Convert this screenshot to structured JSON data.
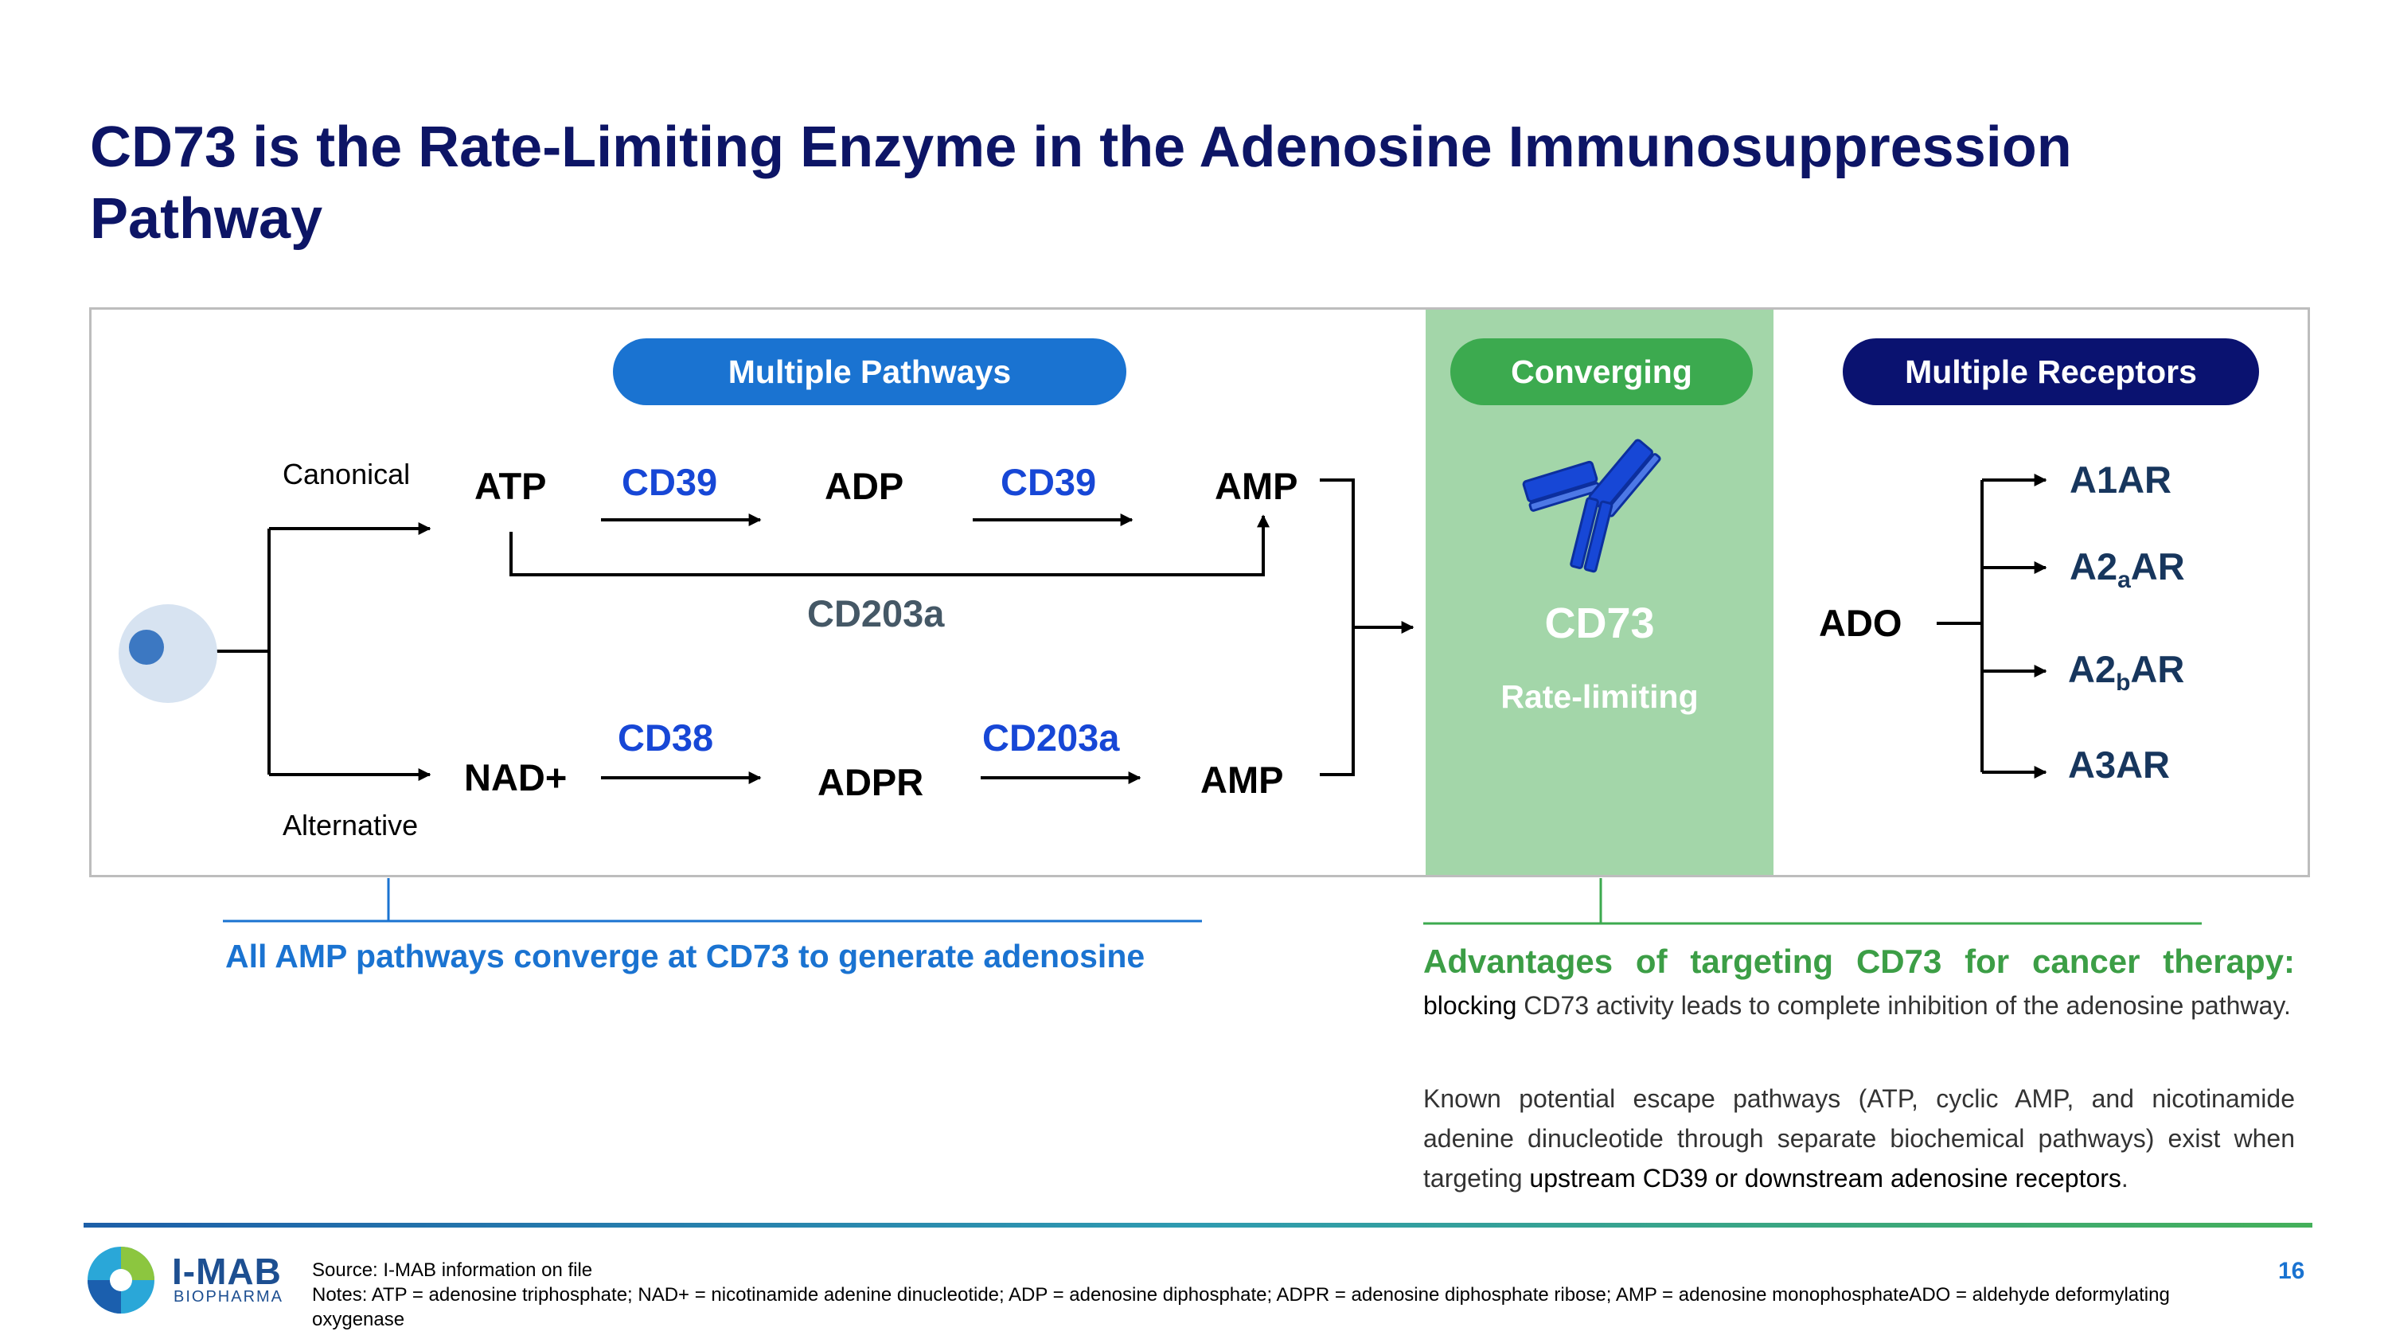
{
  "title": "CD73 is the Rate-Limiting Enzyme in the Adenosine Immunosuppression Pathway",
  "pills": {
    "multiple_pathways": "Multiple Pathways",
    "converging": "Converging",
    "multiple_receptors": "Multiple Receptors"
  },
  "canonical": {
    "label": "Canonical",
    "atp": "ATP",
    "enzyme1": "CD39",
    "adp": "ADP",
    "enzyme2": "CD39",
    "amp": "AMP",
    "bypass_enzyme": "CD203a"
  },
  "alternative": {
    "label": "Alternative",
    "nad": "NAD+",
    "enzyme1": "CD38",
    "adpr": "ADPR",
    "enzyme2": "CD203a",
    "amp": "AMP"
  },
  "cd73": {
    "name": "CD73",
    "subtitle": "Rate-limiting"
  },
  "receptors": {
    "ado": "ADO",
    "items": [
      {
        "base": "A1",
        "sub": "",
        "tail": "AR"
      },
      {
        "base": "A2",
        "sub": "a",
        "tail": "AR"
      },
      {
        "base": "A2",
        "sub": "b",
        "tail": "AR"
      },
      {
        "base": "A3",
        "sub": "",
        "tail": "AR"
      }
    ]
  },
  "left_caption": "All AMP pathways converge at CD73 to generate adenosine",
  "advantages": {
    "heading": "Advantages of targeting CD73 for cancer therapy:",
    "p1_lead": "blocking",
    "p1_rest": " CD73 activity leads to complete inhibition of the adenosine pathway.",
    "p2_lead": "Known potential escape pathways (ATP, cyclic AMP, and nicotinamide adenine dinucleotide through separate biochemical pathways) exist when targeting ",
    "p2_emph": "upstream CD39 or downstream adenosine receptors",
    "p2_end": "."
  },
  "footer": {
    "logo_main": "I-MAB",
    "logo_sub": "BIOPHARMA",
    "source": "Source: I-MAB information on file",
    "notes": "Notes: ATP = adenosine triphosphate; NAD+ = nicotinamide adenine dinucleotide; ADP = adenosine diphosphate; ADPR = adenosine diphosphate ribose; AMP = adenosine monophosphateADO = aldehyde deformylating oxygenase",
    "page_number": "16"
  },
  "colors": {
    "title": "#0d1566",
    "pill_blue": "#1a73d1",
    "pill_green": "#3caa4f",
    "pill_navy": "#0a1270",
    "cd73_panel": "#a3d6a9",
    "enzyme_blue": "#1747d6",
    "receptor_navy": "#17365d",
    "caption_blue": "#1a73d1",
    "advantage_green": "#3c9e46"
  }
}
